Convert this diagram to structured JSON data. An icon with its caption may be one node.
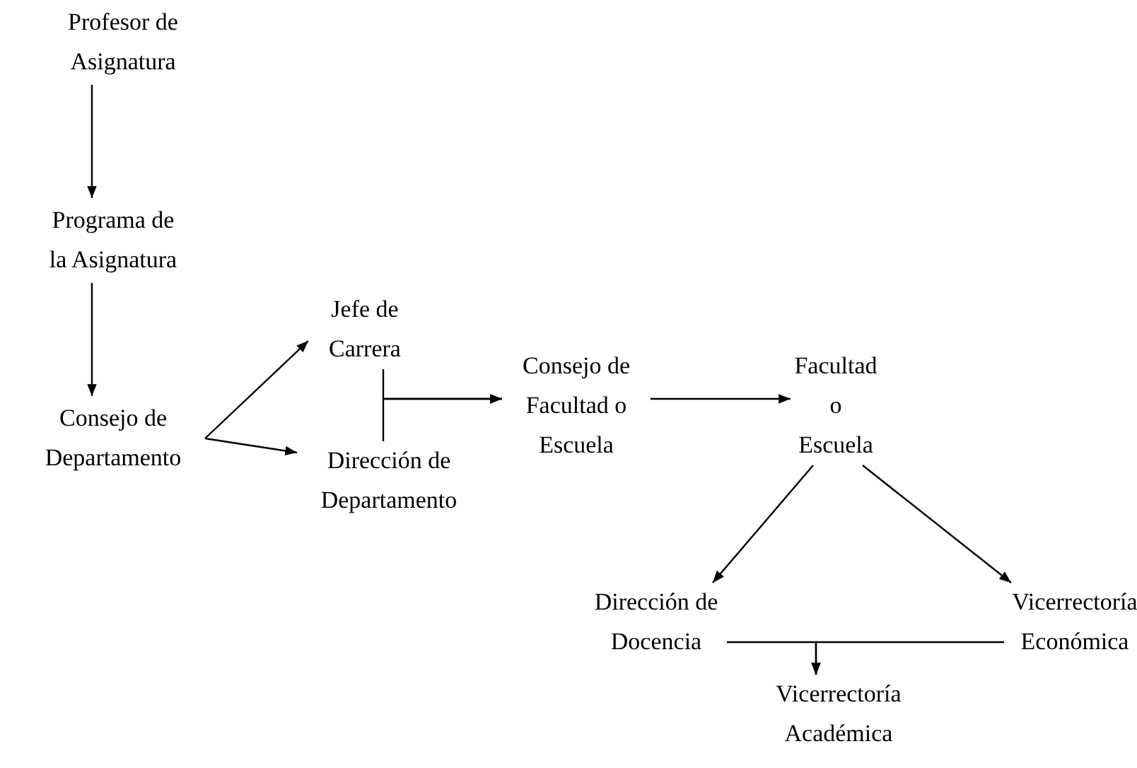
{
  "diagram": {
    "nodes": [
      {
        "text": [
          "Profesor de Asignatura"
        ]
      },
      {
        "text": [
          "Programa de la Asignatura"
        ]
      },
      {
        "text": [
          "Consejo de Departamento"
        ]
      },
      {
        "text": [
          "Jefe de Carrera"
        ]
      },
      {
        "text": [
          "Dirección de Departamento"
        ]
      },
      {
        "text": [
          "Consejo de Facultad o Escuela"
        ]
      },
      {
        "text": [
          "Facultad o Escuela"
        ]
      },
      {
        "text": [
          "Dirección de Docencia"
        ]
      },
      {
        "text": [
          "Vicerrectoría Económica"
        ]
      },
      {
        "text": [
          "Vicerrectoría Académica"
        ]
      }
    ],
    "edges": [
      {
        "from": 0,
        "to": 1,
        "arrow": "to"
      },
      {
        "from": 1,
        "to": 2,
        "arrow": "to"
      },
      {
        "from": 2,
        "to": 3,
        "arrow": "to"
      },
      {
        "from": 2,
        "to": 4,
        "arrow": "to"
      },
      {
        "from": 3,
        "to": 5,
        "arrow": "to"
      },
      {
        "from": 4,
        "to": 5,
        "arrow": "to"
      },
      {
        "from": 5,
        "to": 6,
        "arrow": "to"
      },
      {
        "from": 6,
        "to": 7,
        "arrow": "to"
      },
      {
        "from": 6,
        "to": 8,
        "arrow": "to"
      },
      {
        "from": 7,
        "to": 9,
        "arrow": "to"
      },
      {
        "from": 8,
        "to": 9,
        "arrow": "to"
      }
    ]
  }
}
